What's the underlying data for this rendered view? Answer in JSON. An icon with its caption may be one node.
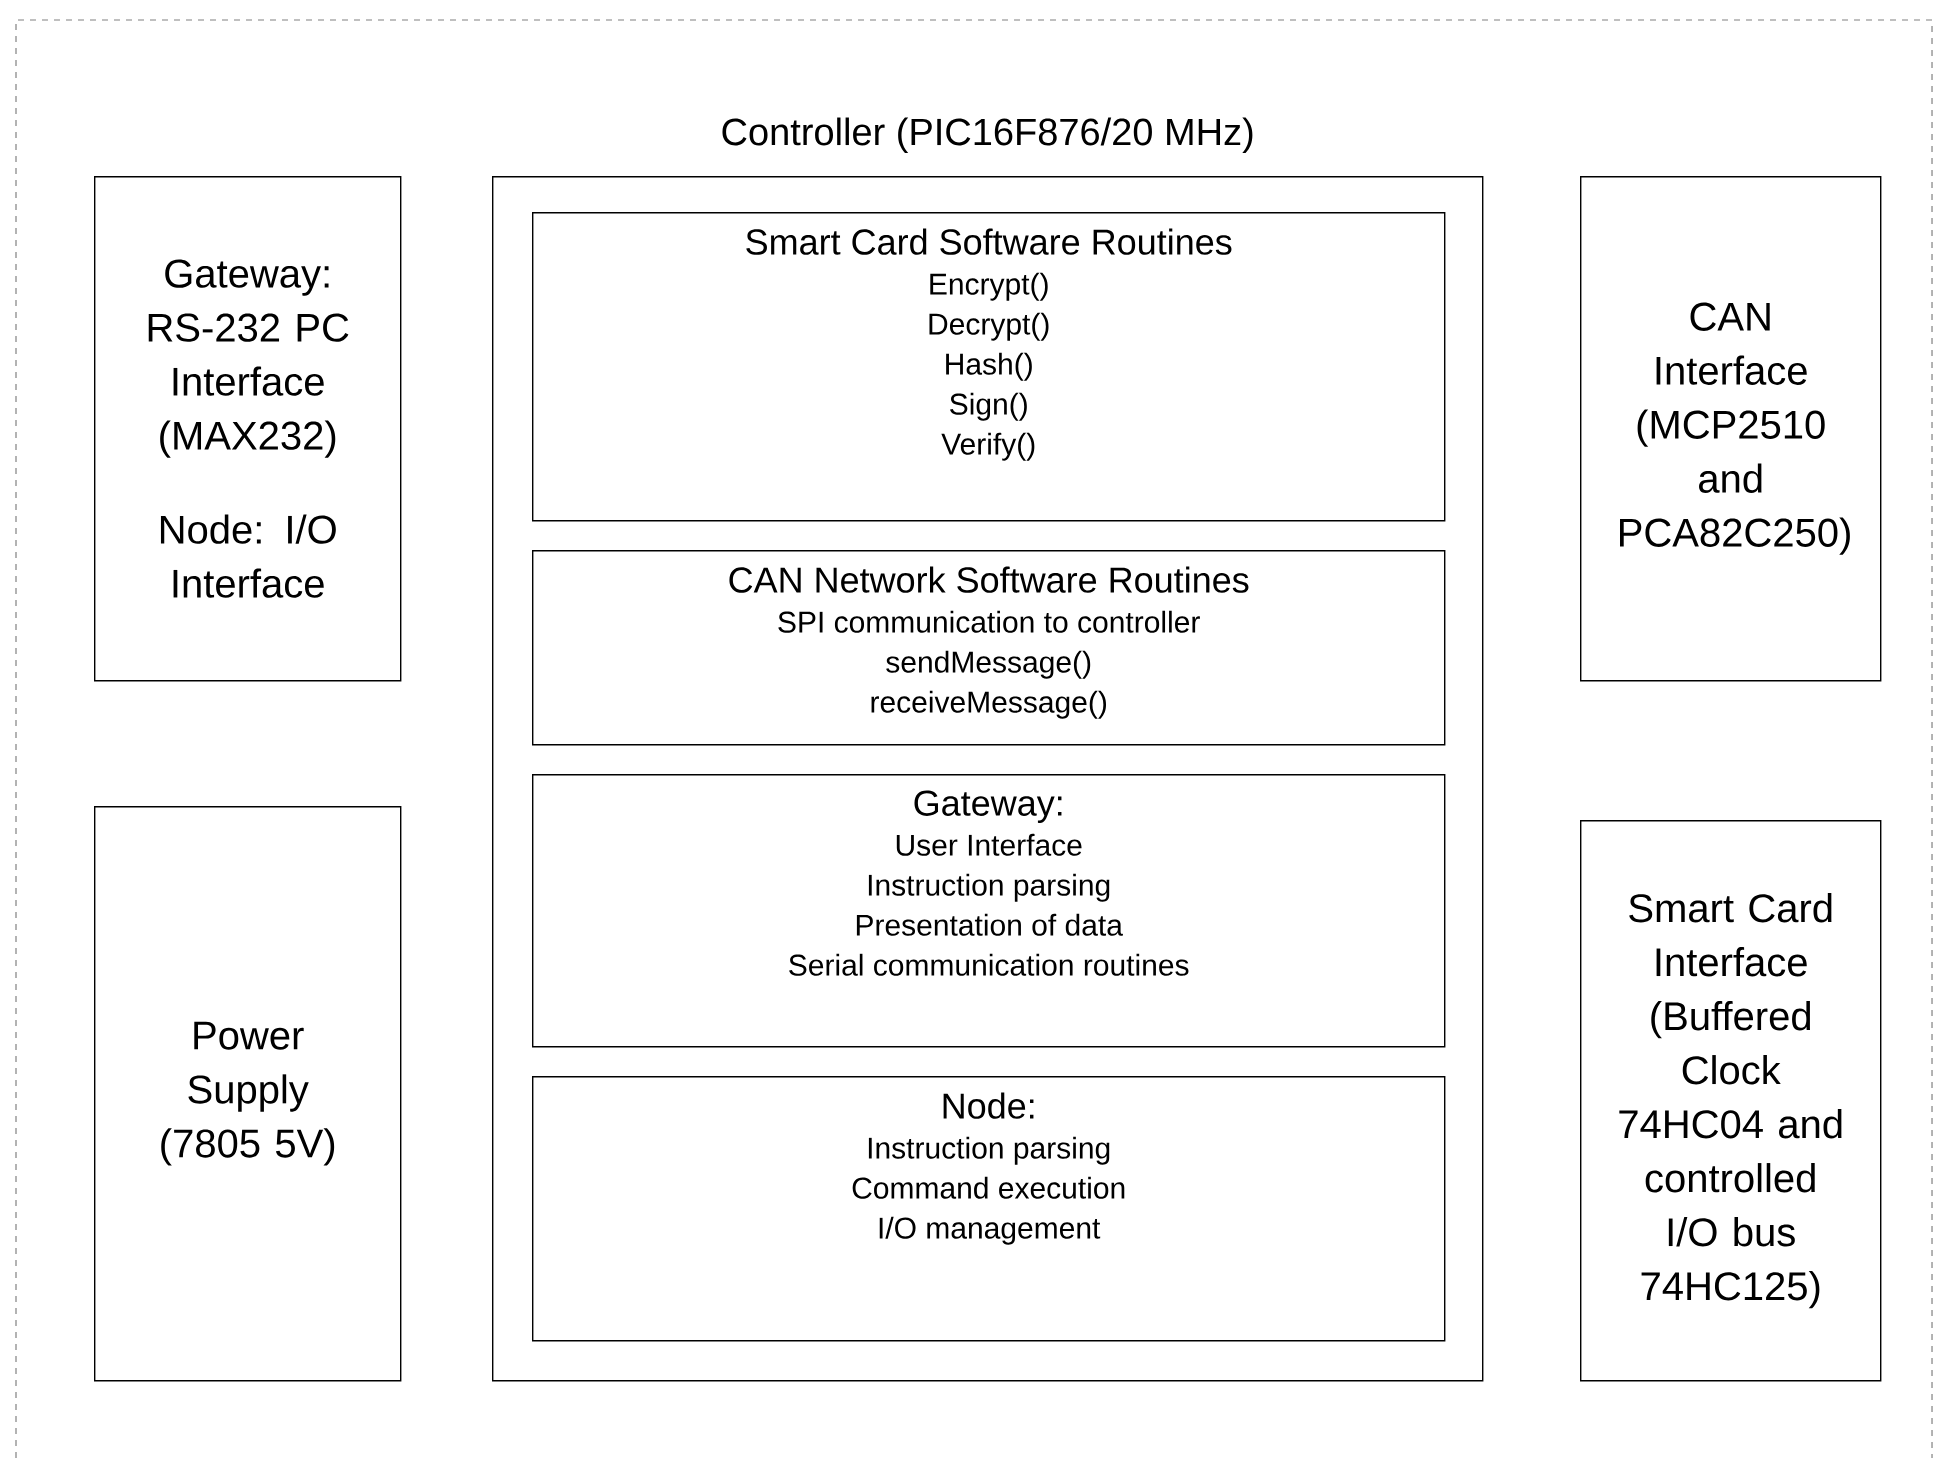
{
  "diagram": {
    "nodes": [
      {
        "text": [
          "Controller (PIC16F876/20 MHz)"
        ]
      },
      {
        "text": [
          "Smart Card Software Routines",
          "Encrypt()",
          "Decrypt()",
          "Hash()",
          "Sign()",
          "Verify()"
        ],
        "in": 0
      },
      {
        "text": [
          "CAN Network Software Routines",
          "SPI communication to controller",
          "sendMessage()",
          "receiveMessage()"
        ],
        "in": 0
      },
      {
        "text": [
          "Gateway:",
          "User Interface",
          "Instruction parsing",
          "Presentation of data",
          "Serial communication routines"
        ],
        "in": 0
      },
      {
        "text": [
          "Node:",
          "Instruction parsing",
          "Command execution",
          "I/O management"
        ],
        "in": 0
      },
      {
        "text": [
          "Gateway: RS-232 PC Interface (MAX232)",
          "Node: I/O Interface"
        ]
      },
      {
        "text": [
          "Power Supply (7805 5V)"
        ]
      },
      {
        "text": [
          "CAN Interface (MCP2510 and PCA82C250)"
        ]
      },
      {
        "text": [
          "Smart Card Interface (Buffered Clock 74HC04 and controlled I/O bus 74HC125)"
        ]
      }
    ],
    "edges": []
  }
}
